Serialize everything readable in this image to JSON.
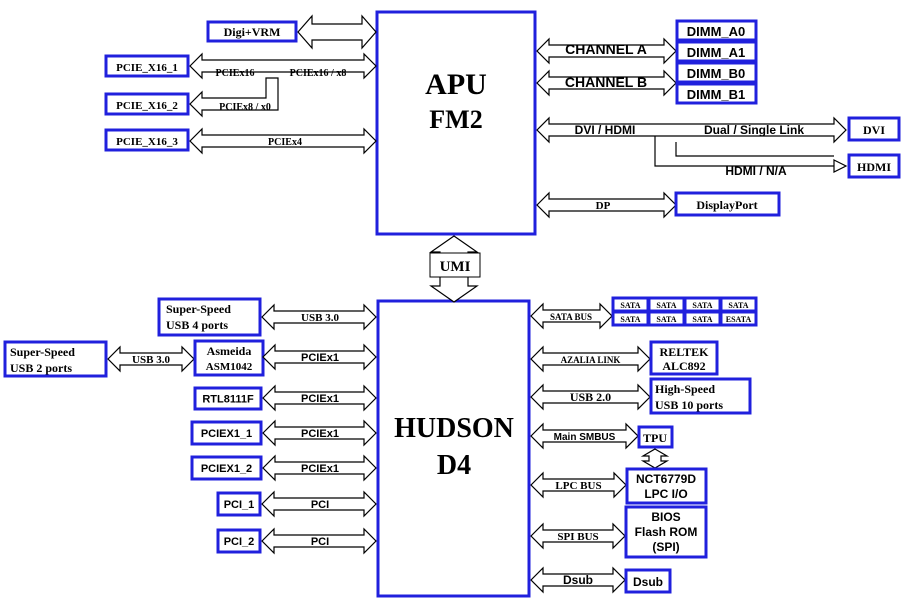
{
  "chips": {
    "apu": [
      "APU",
      "FM2"
    ],
    "hudson": [
      "HUDSON",
      "D4"
    ]
  },
  "umi": "UMI",
  "apu_left": {
    "digi_vrm": "Digi+VRM",
    "pcie_x16_1": "PCIE_X16_1",
    "pcie_x16_2": "PCIE_X16_2",
    "pcie_x16_3": "PCIE_X16_3",
    "lane_pciex16": "PCIEx16",
    "lane_pciex16_x8": "PCIEx16 / x8",
    "lane_pciex8_x0": "PCIEx8 / x0",
    "lane_pciex4": "PCIEx4"
  },
  "apu_right": {
    "channel_a": "CHANNEL A",
    "channel_b": "CHANNEL B",
    "dimms": [
      "DIMM_A0",
      "DIMM_A1",
      "DIMM_B0",
      "DIMM_B1"
    ],
    "dvi_hdmi": "DVI / HDMI",
    "dual_single_link": "Dual / Single Link",
    "hdmi_na": "HDMI / N/A",
    "dvi": "DVI",
    "hdmi": "HDMI",
    "dp": "DP",
    "displayport": "DisplayPort"
  },
  "hudson_left": {
    "ss_usb4": [
      "Super-Speed",
      "USB 4 ports"
    ],
    "ss_usb2": [
      "Super-Speed",
      "USB 2 ports"
    ],
    "usb30_a": "USB 3.0",
    "usb30_b": "USB 3.0",
    "asmedia": [
      "Asmeida",
      "ASM1042"
    ],
    "rtl": "RTL8111F",
    "pciex1_1": "PCIEX1_1",
    "pciex1_2": "PCIEX1_2",
    "pci_1": "PCI_1",
    "pci_2": "PCI_2",
    "bus_pciex1": "PCIEx1",
    "bus_pci": "PCI"
  },
  "hudson_right": {
    "sata_bus": "SATA BUS",
    "sata": "SATA",
    "esata": "ESATA",
    "azalia": "AZALIA LINK",
    "reltek": [
      "RELTEK",
      "ALC892"
    ],
    "usb20": "USB 2.0",
    "hs_usb": [
      "High-Speed",
      "USB 10 ports"
    ],
    "smbus": "Main SMBUS",
    "tpu": "TPU",
    "lpc": "LPC BUS",
    "nct": [
      "NCT6779D",
      "LPC I/O"
    ],
    "spi": "SPI BUS",
    "bios": [
      "BIOS",
      "Flash ROM",
      "(SPI)"
    ],
    "dsub_bus": "Dsub",
    "dsub": "Dsub"
  },
  "colors": {
    "box_border": "#1a1aee",
    "line": "#000000"
  }
}
